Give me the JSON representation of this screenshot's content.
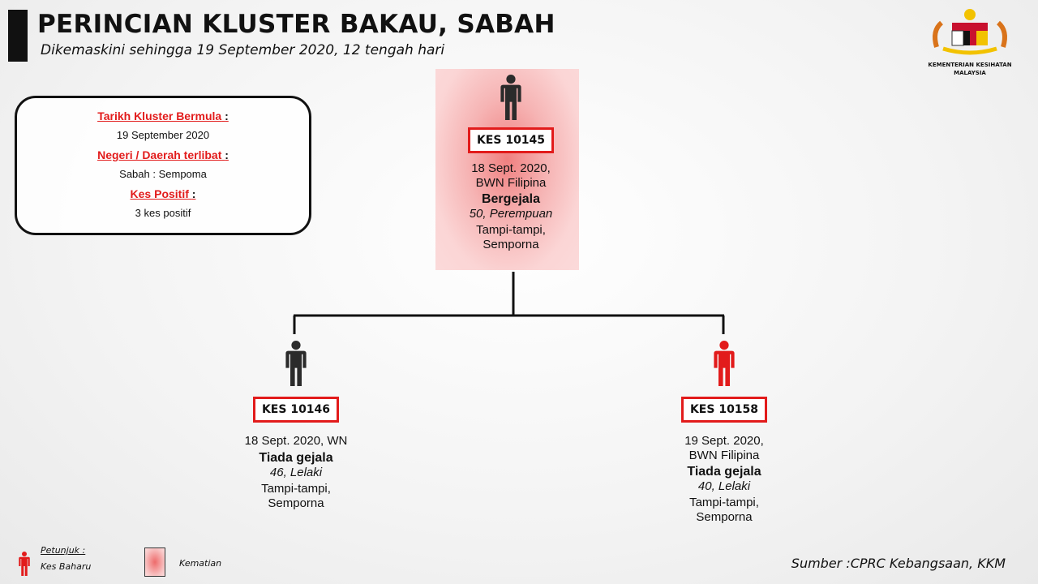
{
  "header": {
    "title": "PERINCIAN KLUSTER BAKAU, SABAH",
    "subtitle": "Dikemaskini sehingga 19 September 2020, 12 tengah hari"
  },
  "logo": {
    "line1": "KEMENTERIAN KESIHATAN",
    "line2": "MALAYSIA"
  },
  "info": {
    "start_label": "Tarikh Kluster Bermula",
    "start_value": "19 September 2020",
    "area_label": "Negeri / Daerah terlibat",
    "area_value": "Sabah : Sempoma",
    "positive_label": "Kes Positif",
    "positive_value": "3 kes positif",
    "colon": ":"
  },
  "cases": [
    {
      "id": "KES 10145",
      "date": "18 Sept. 2020,",
      "nationality": "BWN Filipina",
      "symptom": "Bergejala",
      "age_gender": "50, Perempuan",
      "loc1": "Tampi-tampi,",
      "loc2": "Semporna",
      "status": "death"
    },
    {
      "id": "KES 10146",
      "date": "18 Sept. 2020, WN",
      "symptom": "Tiada gejala",
      "age_gender": "46, Lelaki",
      "loc1": "Tampi-tampi,",
      "loc2": "Semporna",
      "status": "existing"
    },
    {
      "id": "KES 10158",
      "date": "19 Sept. 2020,",
      "nationality": "BWN Filipina",
      "symptom": "Tiada gejala",
      "age_gender": "40, Lelaki",
      "loc1": "Tampi-tampi,",
      "loc2": "Semporna",
      "status": "new"
    }
  ],
  "legend": {
    "title": "Petunjuk :",
    "new_case": "Kes Baharu",
    "death": "Kematian"
  },
  "source": "Sumber :CPRC Kebangsaan,  KKM",
  "colors": {
    "red": "#e21b1b",
    "dark": "#2b2b2b"
  }
}
